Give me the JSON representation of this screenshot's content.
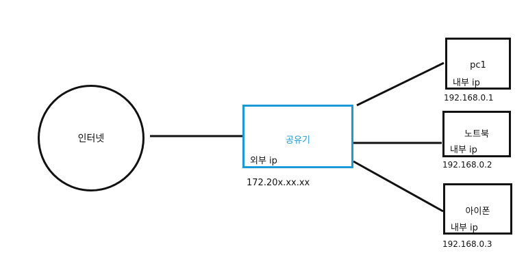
{
  "internet": {
    "label": "인터넷"
  },
  "router": {
    "label": "공유기",
    "ip_label": "외부 ip",
    "ip": "172.20x.xx.xx",
    "border_color": "#1a9ad6"
  },
  "devices": [
    {
      "label": "pc1",
      "ip_label": "내부 ip",
      "ip": "192.168.0.1"
    },
    {
      "label": "노트북",
      "ip_label": "내부 ip",
      "ip": "192.168.0.2"
    },
    {
      "label": "아이폰",
      "ip_label": "내부 ip",
      "ip": "192.168.0.3"
    }
  ]
}
